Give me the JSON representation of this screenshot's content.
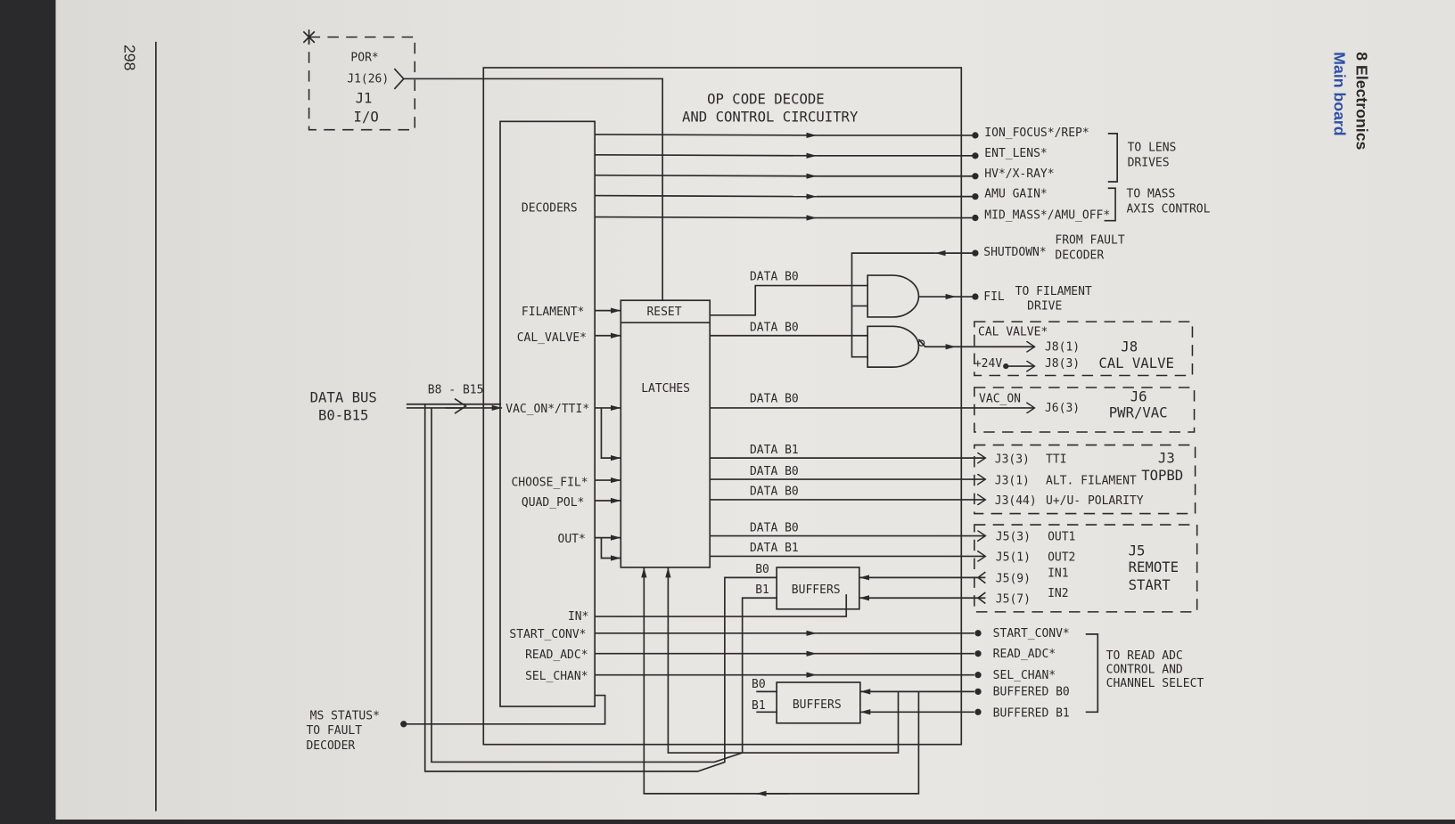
{
  "page": {
    "page_number": "298",
    "chapter": "8 Electronics",
    "section": "Main board",
    "accent_color": "#2f4fa8"
  },
  "diagram": {
    "title_line1": "OP CODE DECODE",
    "title_line2": "AND CONTROL CIRCUITRY",
    "j1": {
      "por": "POR*",
      "pin": "J1(26)",
      "name": "J1",
      "sub": "I/O"
    },
    "data_bus": {
      "line1": "DATA BUS",
      "line2": "B0-B15",
      "bus_label": "B8 - B15"
    },
    "ms_status": {
      "line1": "MS STATUS*",
      "line2": "TO FAULT",
      "line3": "DECODER"
    },
    "blocks": {
      "decoders": "DECODERS",
      "reset": "RESET",
      "latches": "LATCHES",
      "buffers1": "BUFFERS",
      "buffers2": "BUFFERS"
    },
    "decoder_signals": [
      "FILAMENT*",
      "CAL_VALVE*",
      "VAC_ON*/TTI*",
      "CHOOSE_FIL*",
      "QUAD_POL*",
      "OUT*",
      "IN*",
      "START_CONV*",
      "READ_ADC*",
      "SEL_CHAN*"
    ],
    "data_labels": [
      "DATA B0",
      "DATA B0",
      "DATA B0",
      "DATA B1",
      "DATA B0",
      "DATA B0",
      "DATA B0",
      "DATA B1"
    ],
    "buffer_bits": {
      "b0a": "B0",
      "b1a": "B1",
      "b0b": "B0",
      "b1b": "B1"
    },
    "outputs": {
      "ion_focus": "ION_FOCUS*/REP*",
      "ent_lens": "ENT_LENS*",
      "hv": "HV*/X-RAY*",
      "amu_gain": "AMU GAIN*",
      "mid_mass": "MID_MASS*/AMU_OFF*",
      "lens_note1": "TO LENS",
      "lens_note2": "DRIVES",
      "mass_note1": "TO MASS",
      "mass_note2": "AXIS CONTROL",
      "shutdown": "SHUTDOWN*",
      "fault_note1": "FROM FAULT",
      "fault_note2": "DECODER",
      "fil": "FIL",
      "fil_note1": "TO FILAMENT",
      "fil_note2": "DRIVE"
    },
    "j8": {
      "signal": "CAL VALVE*",
      "pin1": "J8(1)",
      "v24": "+24V",
      "pin3": "J8(3)",
      "name": "J8",
      "desc": "CAL VALVE"
    },
    "j6": {
      "signal": "VAC_ON",
      "pin": "J6(3)",
      "name": "J6",
      "desc": "PWR/VAC"
    },
    "j3": {
      "pins": [
        "J3(3)",
        "J3(1)",
        "J3(44)"
      ],
      "descs": [
        "TTI",
        "ALT. FILAMENT",
        "U+/U- POLARITY"
      ],
      "name": "J3",
      "desc": "TOPBD"
    },
    "j5": {
      "pins": [
        "J5(3)",
        "J5(1)",
        "J5(9)",
        "J5(7)"
      ],
      "descs": [
        "OUT1",
        "OUT2",
        "IN1",
        "IN2"
      ],
      "name": "J5",
      "desc1": "REMOTE",
      "desc2": "START"
    },
    "adc": {
      "signals": [
        "START_CONV*",
        "READ_ADC*",
        "SEL_CHAN*",
        "BUFFERED B0",
        "BUFFERED B1"
      ],
      "note1": "TO READ ADC",
      "note2": "CONTROL AND",
      "note3": "CHANNEL SELECT"
    }
  }
}
